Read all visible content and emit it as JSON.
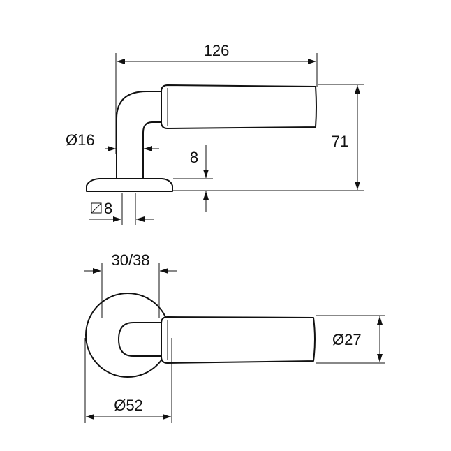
{
  "colors": {
    "line": "#111111",
    "background": "#ffffff"
  },
  "dimensions": {
    "length": "126",
    "height": "71",
    "rose_offset": "8",
    "neck_diameter": "Ø16",
    "square_spindle": "8",
    "hole_spacing": "30/38",
    "grip_diameter": "Ø27",
    "rose_diameter": "Ø52"
  },
  "icons": {
    "square_symbol": "square-with-diagonal-icon"
  }
}
